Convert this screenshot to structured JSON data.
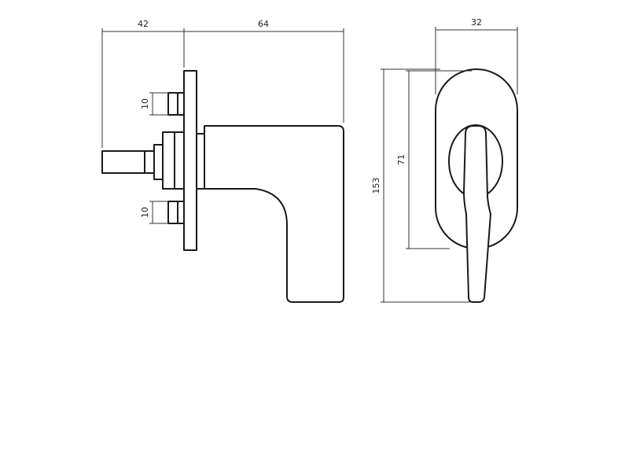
{
  "dimensions": {
    "depth_spindle": "42",
    "depth_handle": "64",
    "rose_width": "32",
    "rose_height": "71",
    "handle_length": "153",
    "screw_upper": "10",
    "screw_lower": "10"
  }
}
